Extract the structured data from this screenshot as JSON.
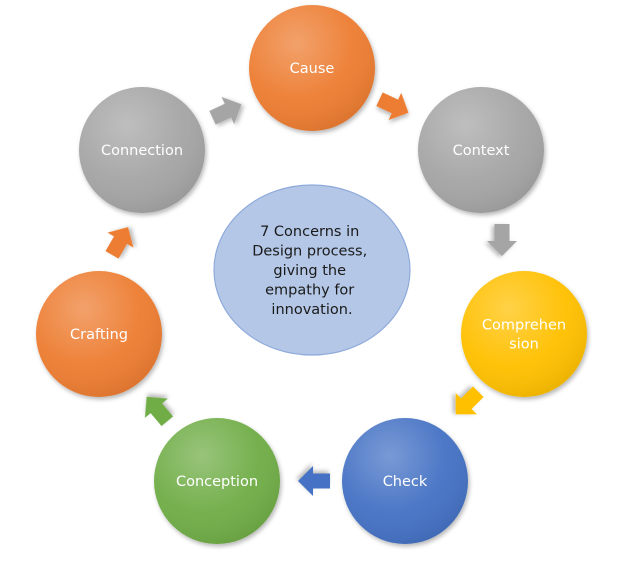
{
  "center": {
    "lines": [
      "7 Concerns in",
      "Design process,",
      "giving the",
      "empathy for",
      "innovation."
    ],
    "fill": "#b4c7e7",
    "stroke": "#8eaadb"
  },
  "nodes": [
    {
      "id": "cause",
      "lines": [
        "Cause"
      ],
      "color": "#ed7d31",
      "icon": "circle"
    },
    {
      "id": "context",
      "lines": [
        "Context"
      ],
      "color": "#a5a5a5",
      "icon": "circle"
    },
    {
      "id": "comprehension",
      "lines": [
        "Comprehen",
        "sion"
      ],
      "color": "#ffc000",
      "icon": "circle"
    },
    {
      "id": "check",
      "lines": [
        "Check"
      ],
      "color": "#4472c4",
      "icon": "circle"
    },
    {
      "id": "conception",
      "lines": [
        "Conception"
      ],
      "color": "#70ad47",
      "icon": "circle"
    },
    {
      "id": "crafting",
      "lines": [
        "Crafting"
      ],
      "color": "#ed7d31",
      "icon": "circle"
    },
    {
      "id": "connection",
      "lines": [
        "Connection"
      ],
      "color": "#a5a5a5",
      "icon": "circle"
    }
  ],
  "arrows": [
    {
      "id": "cause-to-context",
      "color": "#ed7d31",
      "icon": "arrow-icon"
    },
    {
      "id": "context-to-comprehension",
      "color": "#a5a5a5",
      "icon": "arrow-icon"
    },
    {
      "id": "comprehension-to-check",
      "color": "#ffc000",
      "icon": "arrow-icon"
    },
    {
      "id": "check-to-conception",
      "color": "#4472c4",
      "icon": "arrow-icon"
    },
    {
      "id": "conception-to-crafting",
      "color": "#70ad47",
      "icon": "arrow-icon"
    },
    {
      "id": "crafting-to-connection",
      "color": "#ed7d31",
      "icon": "arrow-icon"
    },
    {
      "id": "connection-to-cause",
      "color": "#a5a5a5",
      "icon": "arrow-icon"
    }
  ]
}
